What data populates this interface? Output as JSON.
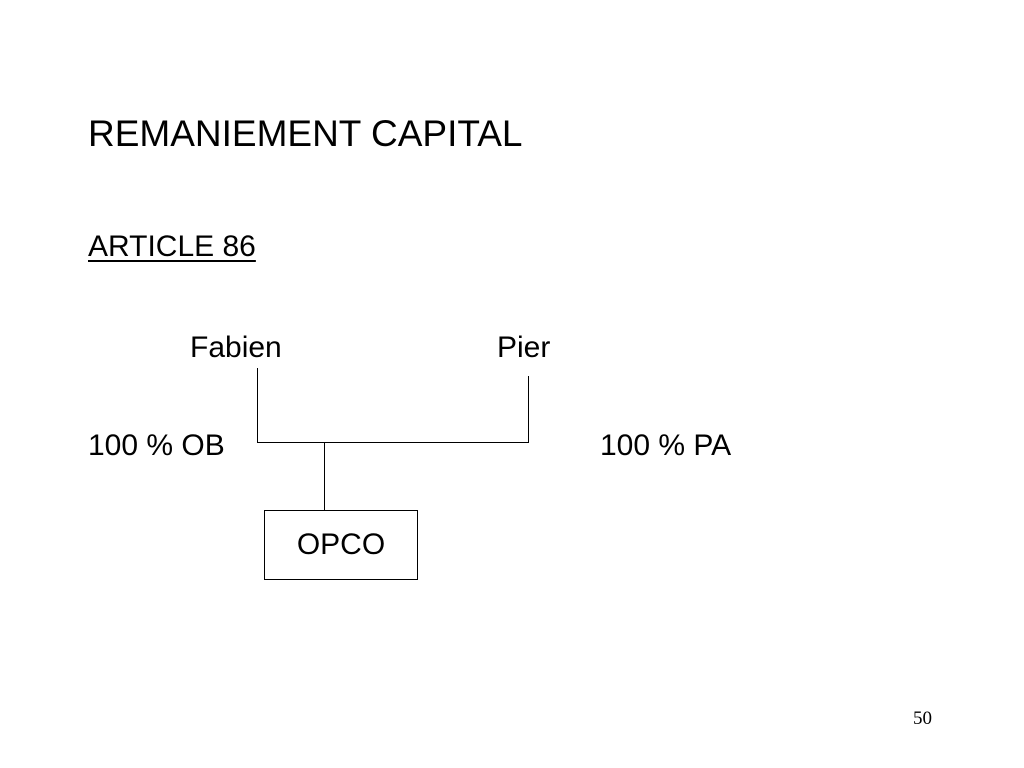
{
  "slide": {
    "title": "REMANIEMENT CAPITAL",
    "subtitle": "ARTICLE 86",
    "page_number": "50"
  },
  "diagram": {
    "owners": [
      {
        "name": "Fabien",
        "stake_label": "100 % OB"
      },
      {
        "name": "Pier",
        "stake_label": "100 % PA"
      }
    ],
    "company": "OPCO",
    "colors": {
      "line": "#000000",
      "text": "#000000",
      "background": "#ffffff"
    }
  }
}
